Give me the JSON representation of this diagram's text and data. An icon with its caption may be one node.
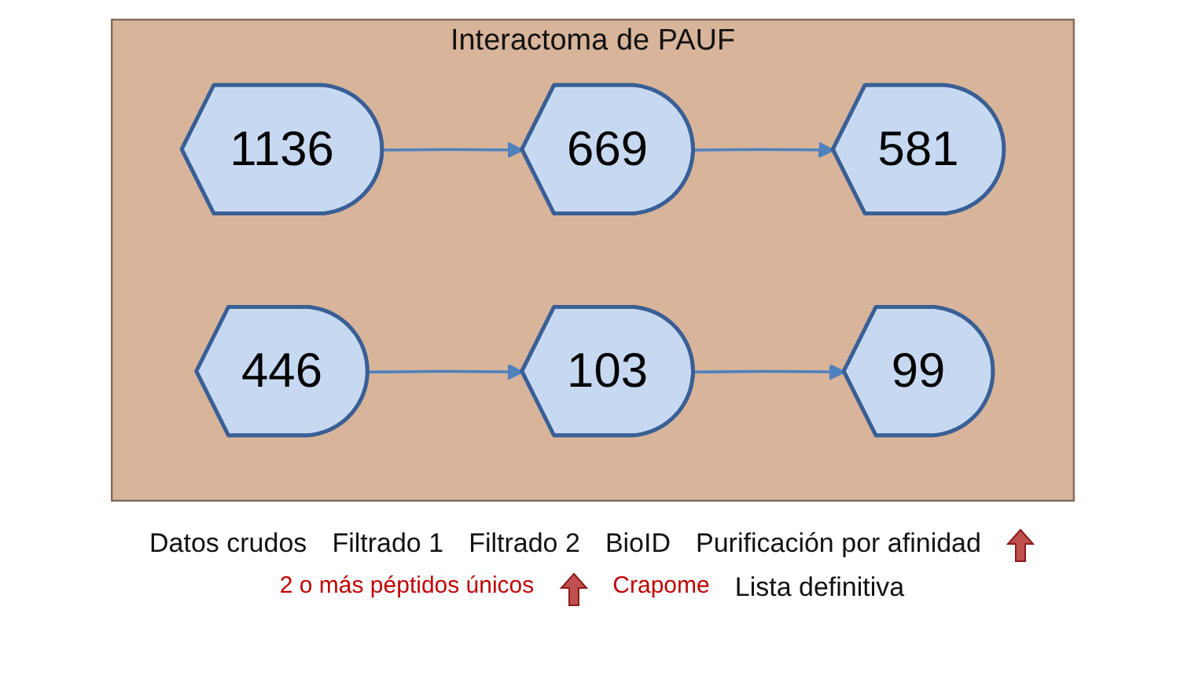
{
  "diagram": {
    "nodes": [
      {
        "text": [
          "Interactoma de PAUF"
        ]
      },
      {
        "text": [
          "1136"
        ],
        "in": 0
      },
      {
        "text": [
          "669"
        ],
        "in": 0
      },
      {
        "text": [
          "581"
        ],
        "in": 0
      },
      {
        "text": [
          "446"
        ],
        "in": 0
      },
      {
        "text": [
          "103"
        ],
        "in": 0
      },
      {
        "text": [
          "99"
        ],
        "in": 0
      }
    ],
    "edges": [
      {
        "from": 1,
        "to": 2,
        "arrow": "to"
      },
      {
        "from": 2,
        "to": 3,
        "arrow": "to"
      },
      {
        "from": 4,
        "to": 5,
        "arrow": "to"
      },
      {
        "from": 5,
        "to": 6,
        "arrow": "to"
      }
    ],
    "labels": [
      "Datos crudos",
      "Filtrado 1",
      "Filtrado 2",
      "BioID",
      "Purificación por afinidad",
      "2 o más péptidos únicos",
      "Crapome",
      "Lista definitiva"
    ]
  }
}
